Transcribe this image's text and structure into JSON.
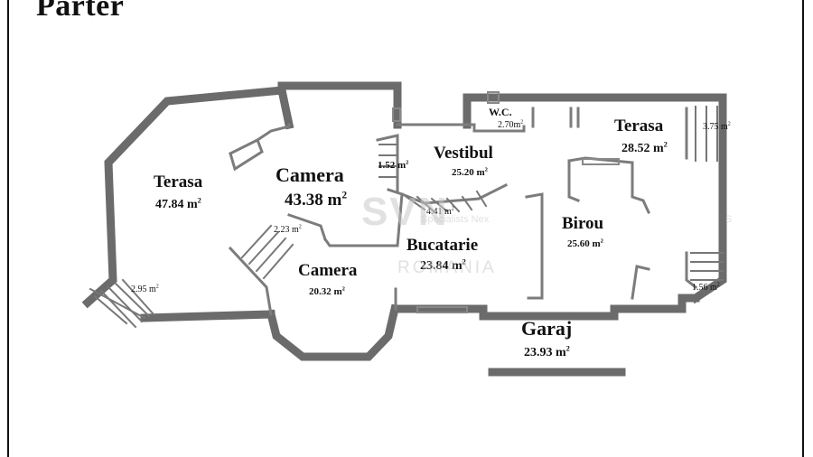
{
  "title": "Parter",
  "unit_suffix": "m",
  "unit_exp": "2",
  "watermark": {
    "brand": "SVN",
    "region": "ROMANIA",
    "side_text": "S",
    "mid_text": "Specialists Nex"
  },
  "rooms": {
    "terasa_left": {
      "name": "Terasa",
      "area": "47.84"
    },
    "camera_big": {
      "name": "Camera",
      "area": "43.38"
    },
    "vestibul": {
      "name": "Vestibul",
      "area": "25.20"
    },
    "wc": {
      "name": "W.C.",
      "area": "2.70"
    },
    "terasa_right": {
      "name": "Terasa",
      "area": "28.52"
    },
    "birou": {
      "name": "Birou",
      "area": "25.60"
    },
    "bucatarie": {
      "name": "Bucatarie",
      "area": "23.84"
    },
    "camera_small": {
      "name": "Camera",
      "area": "20.32"
    },
    "garaj": {
      "name": "Garaj",
      "area": "23.93"
    }
  },
  "small_areas": {
    "stair_left": "2.95",
    "hall_a": "1.52",
    "hall_b": "2.23",
    "stair_center": "4.41",
    "stair_right_top": "3.75",
    "stair_right_bottom": "1.56"
  }
}
